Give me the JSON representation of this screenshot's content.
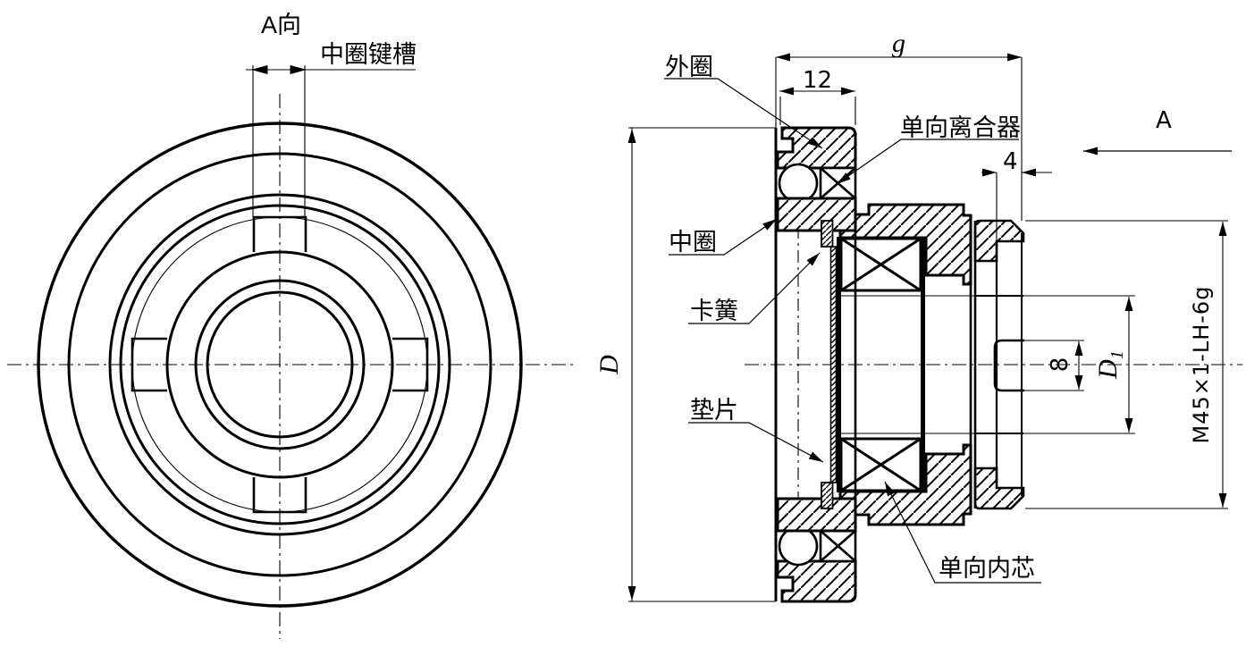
{
  "drawing": {
    "front_view": {
      "view_label": "A向",
      "keyway_label": "中圈键槽"
    },
    "section_view": {
      "labels": {
        "outer_ring": "外圈",
        "one_way_clutch": "单向离合器",
        "middle_ring": "中圈",
        "circlip": "卡簧",
        "shim": "垫片",
        "one_way_core": "单向内芯"
      },
      "view_direction_label": "A"
    },
    "dimensions": {
      "overall_width": "g",
      "outer_ring_width": "12",
      "collar_width": "4",
      "slot_width": "8",
      "outer_diameter": "D",
      "pilot_diameter": "D",
      "pilot_diameter_sub": "1",
      "thread_spec": "M45×1-LH-6g"
    },
    "colors": {
      "ink": "#000000",
      "paper": "#ffffff"
    }
  }
}
